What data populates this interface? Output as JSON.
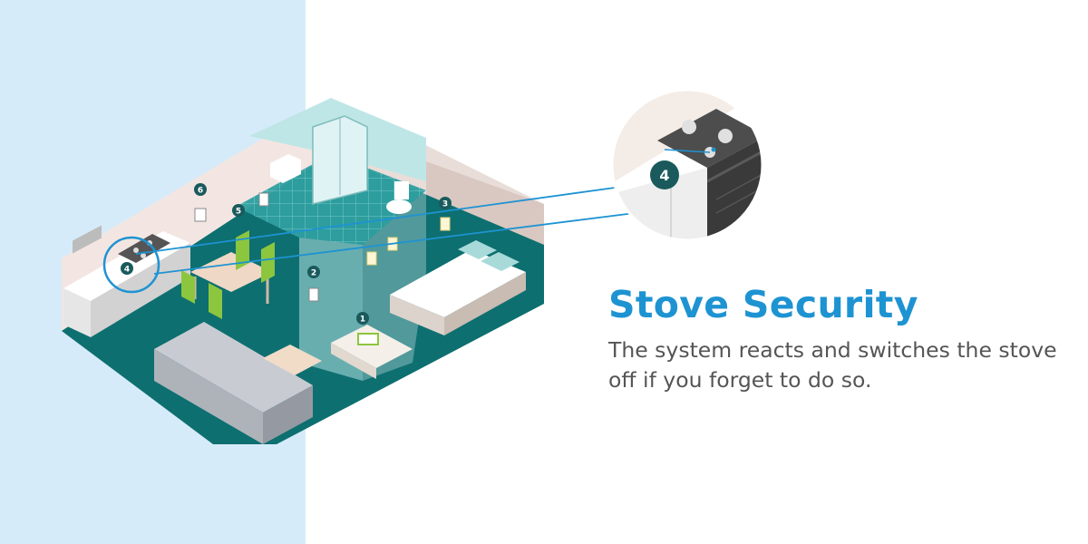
{
  "heading": "Stove Security",
  "description": "The system reacts and switches the stove off if you forget to do so.",
  "device_markers": [
    "1",
    "2",
    "3",
    "4",
    "5",
    "6"
  ],
  "zoom_marker": "4",
  "colors": {
    "background_band": "#d6ebf9",
    "heading": "#1e93d2",
    "body_text": "#555555",
    "floor": "#0e6f70",
    "accent_line": "#1e93d2"
  },
  "icons": [
    "stove-icon",
    "bed-icon",
    "sofa-icon",
    "shower-icon",
    "toilet-icon",
    "chair-icon"
  ]
}
